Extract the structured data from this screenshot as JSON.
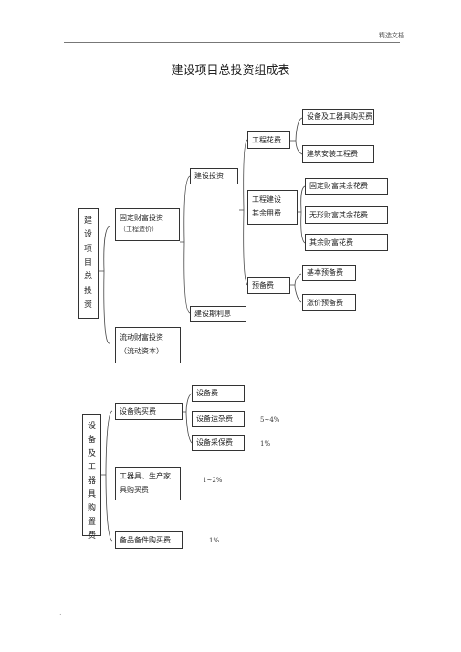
{
  "header_right": "精选文档",
  "title": "建设项目总投资组成表",
  "diagram1": {
    "root_chars": [
      "建",
      "设",
      "项",
      "目",
      "总",
      "投",
      "资"
    ],
    "fixed_assets": {
      "label": "固定财富投资",
      "sub": "（工程造价）"
    },
    "working_capital": {
      "line1": "流动财富投资",
      "line2": "（流动资本）"
    },
    "construction_investment": "建设投资",
    "construction_interest": "建设期利息",
    "engineering_cost": "工程花费",
    "other_costs": {
      "line1": "工程建设",
      "line2": "其余用费"
    },
    "reserve": "预备费",
    "leaves": {
      "equipment_purchase": "设备及工器具购买费",
      "installation": "建筑安装工程费",
      "fixed_other": "固定财富其余花费",
      "intangible": "无形财富其余花费",
      "other_assets": "其余财富花费",
      "basic_reserve": "基本预备费",
      "price_reserve": "涨价预备费"
    }
  },
  "diagram2": {
    "root_chars": [
      "设",
      "备",
      "及",
      "工",
      "器",
      "具",
      "购",
      "置",
      "费"
    ],
    "equipment_purchase": "设备购买费",
    "tools": {
      "line1": "工器具、生产家",
      "line2": "具购买费"
    },
    "spare_parts": "备品备件购买费",
    "equipment_fee": "设备费",
    "transport": "设备运杂费",
    "procurement": "设备采保费",
    "pct_transport": "5~4%",
    "pct_procurement": "1%",
    "pct_tools": "1~2%",
    "pct_spare": "1%"
  },
  "footer_dot": "."
}
